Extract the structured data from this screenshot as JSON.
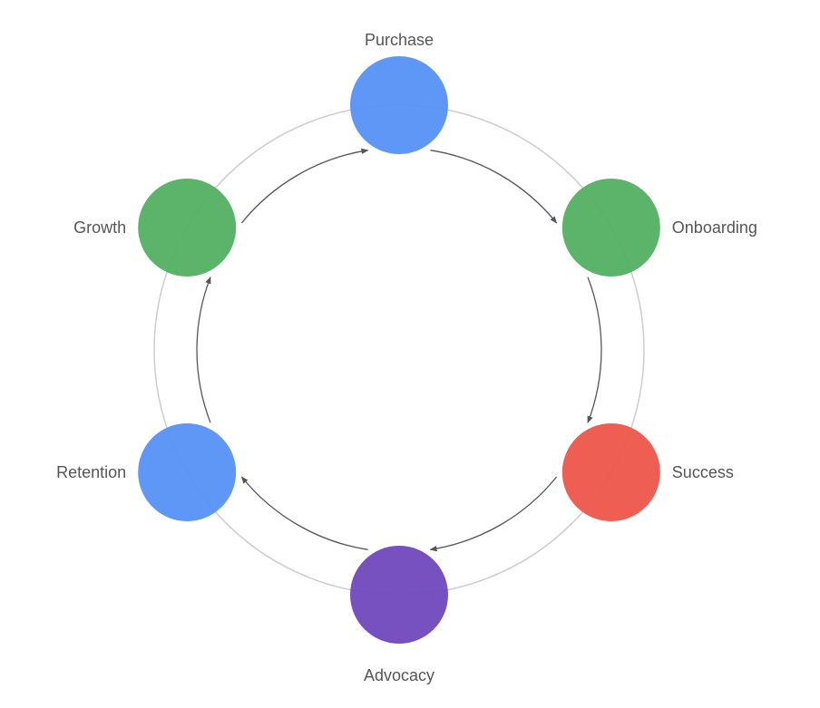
{
  "diagram": {
    "type": "cycle",
    "ring_color": "#cccccc",
    "arrow_color": "#555555",
    "nodes": [
      {
        "id": "purchase",
        "label": "Purchase",
        "color": "#5591f5"
      },
      {
        "id": "onboarding",
        "label": "Onboarding",
        "color": "#52b062"
      },
      {
        "id": "success",
        "label": "Success",
        "color": "#ee5549"
      },
      {
        "id": "advocacy",
        "label": "Advocacy",
        "color": "#7048bd"
      },
      {
        "id": "retention",
        "label": "Retention",
        "color": "#5591f5"
      },
      {
        "id": "growth",
        "label": "Growth",
        "color": "#52b062"
      }
    ],
    "edges": [
      {
        "from": "purchase",
        "to": "onboarding"
      },
      {
        "from": "onboarding",
        "to": "success"
      },
      {
        "from": "success",
        "to": "advocacy"
      },
      {
        "from": "advocacy",
        "to": "retention"
      },
      {
        "from": "retention",
        "to": "growth"
      },
      {
        "from": "growth",
        "to": "purchase"
      }
    ]
  }
}
